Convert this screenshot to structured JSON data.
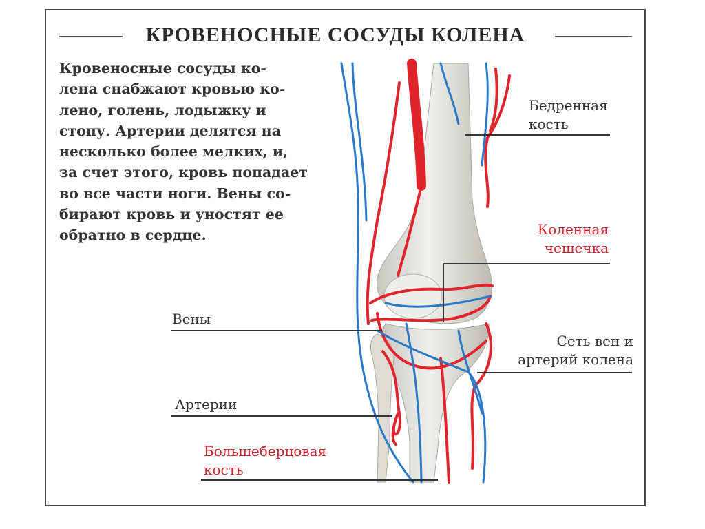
{
  "title": "КРОВЕНОСНЫЕ  СОСУДЫ КОЛЕНА",
  "intro": "Кровеносные сосуды ко-\nлена снабжают кровью ко-\nлено, голень, лодыжку и\nстопу. Артерии делятся на\nнесколько более мелких, и,\nза счет этого, кровь попадает\nво все части ноги. Вены со-\nбирают кровь и уностят ее\nобратно в сердце.",
  "labels": {
    "femur_1": "Бедренная",
    "femur_2": "кость",
    "patella_1": "Коленная",
    "patella_2": "чешечка",
    "veins": "Вены",
    "network_1": "Сеть вен и",
    "network_2": "артерий колена",
    "arteries": "Артерии",
    "tibia_1": "Большеберцовая",
    "tibia_2": "кость"
  },
  "colors": {
    "artery": "#e0242c",
    "vein": "#2a78c8",
    "bone": "#e8e6e0",
    "highlight_label": "#d0202a"
  }
}
